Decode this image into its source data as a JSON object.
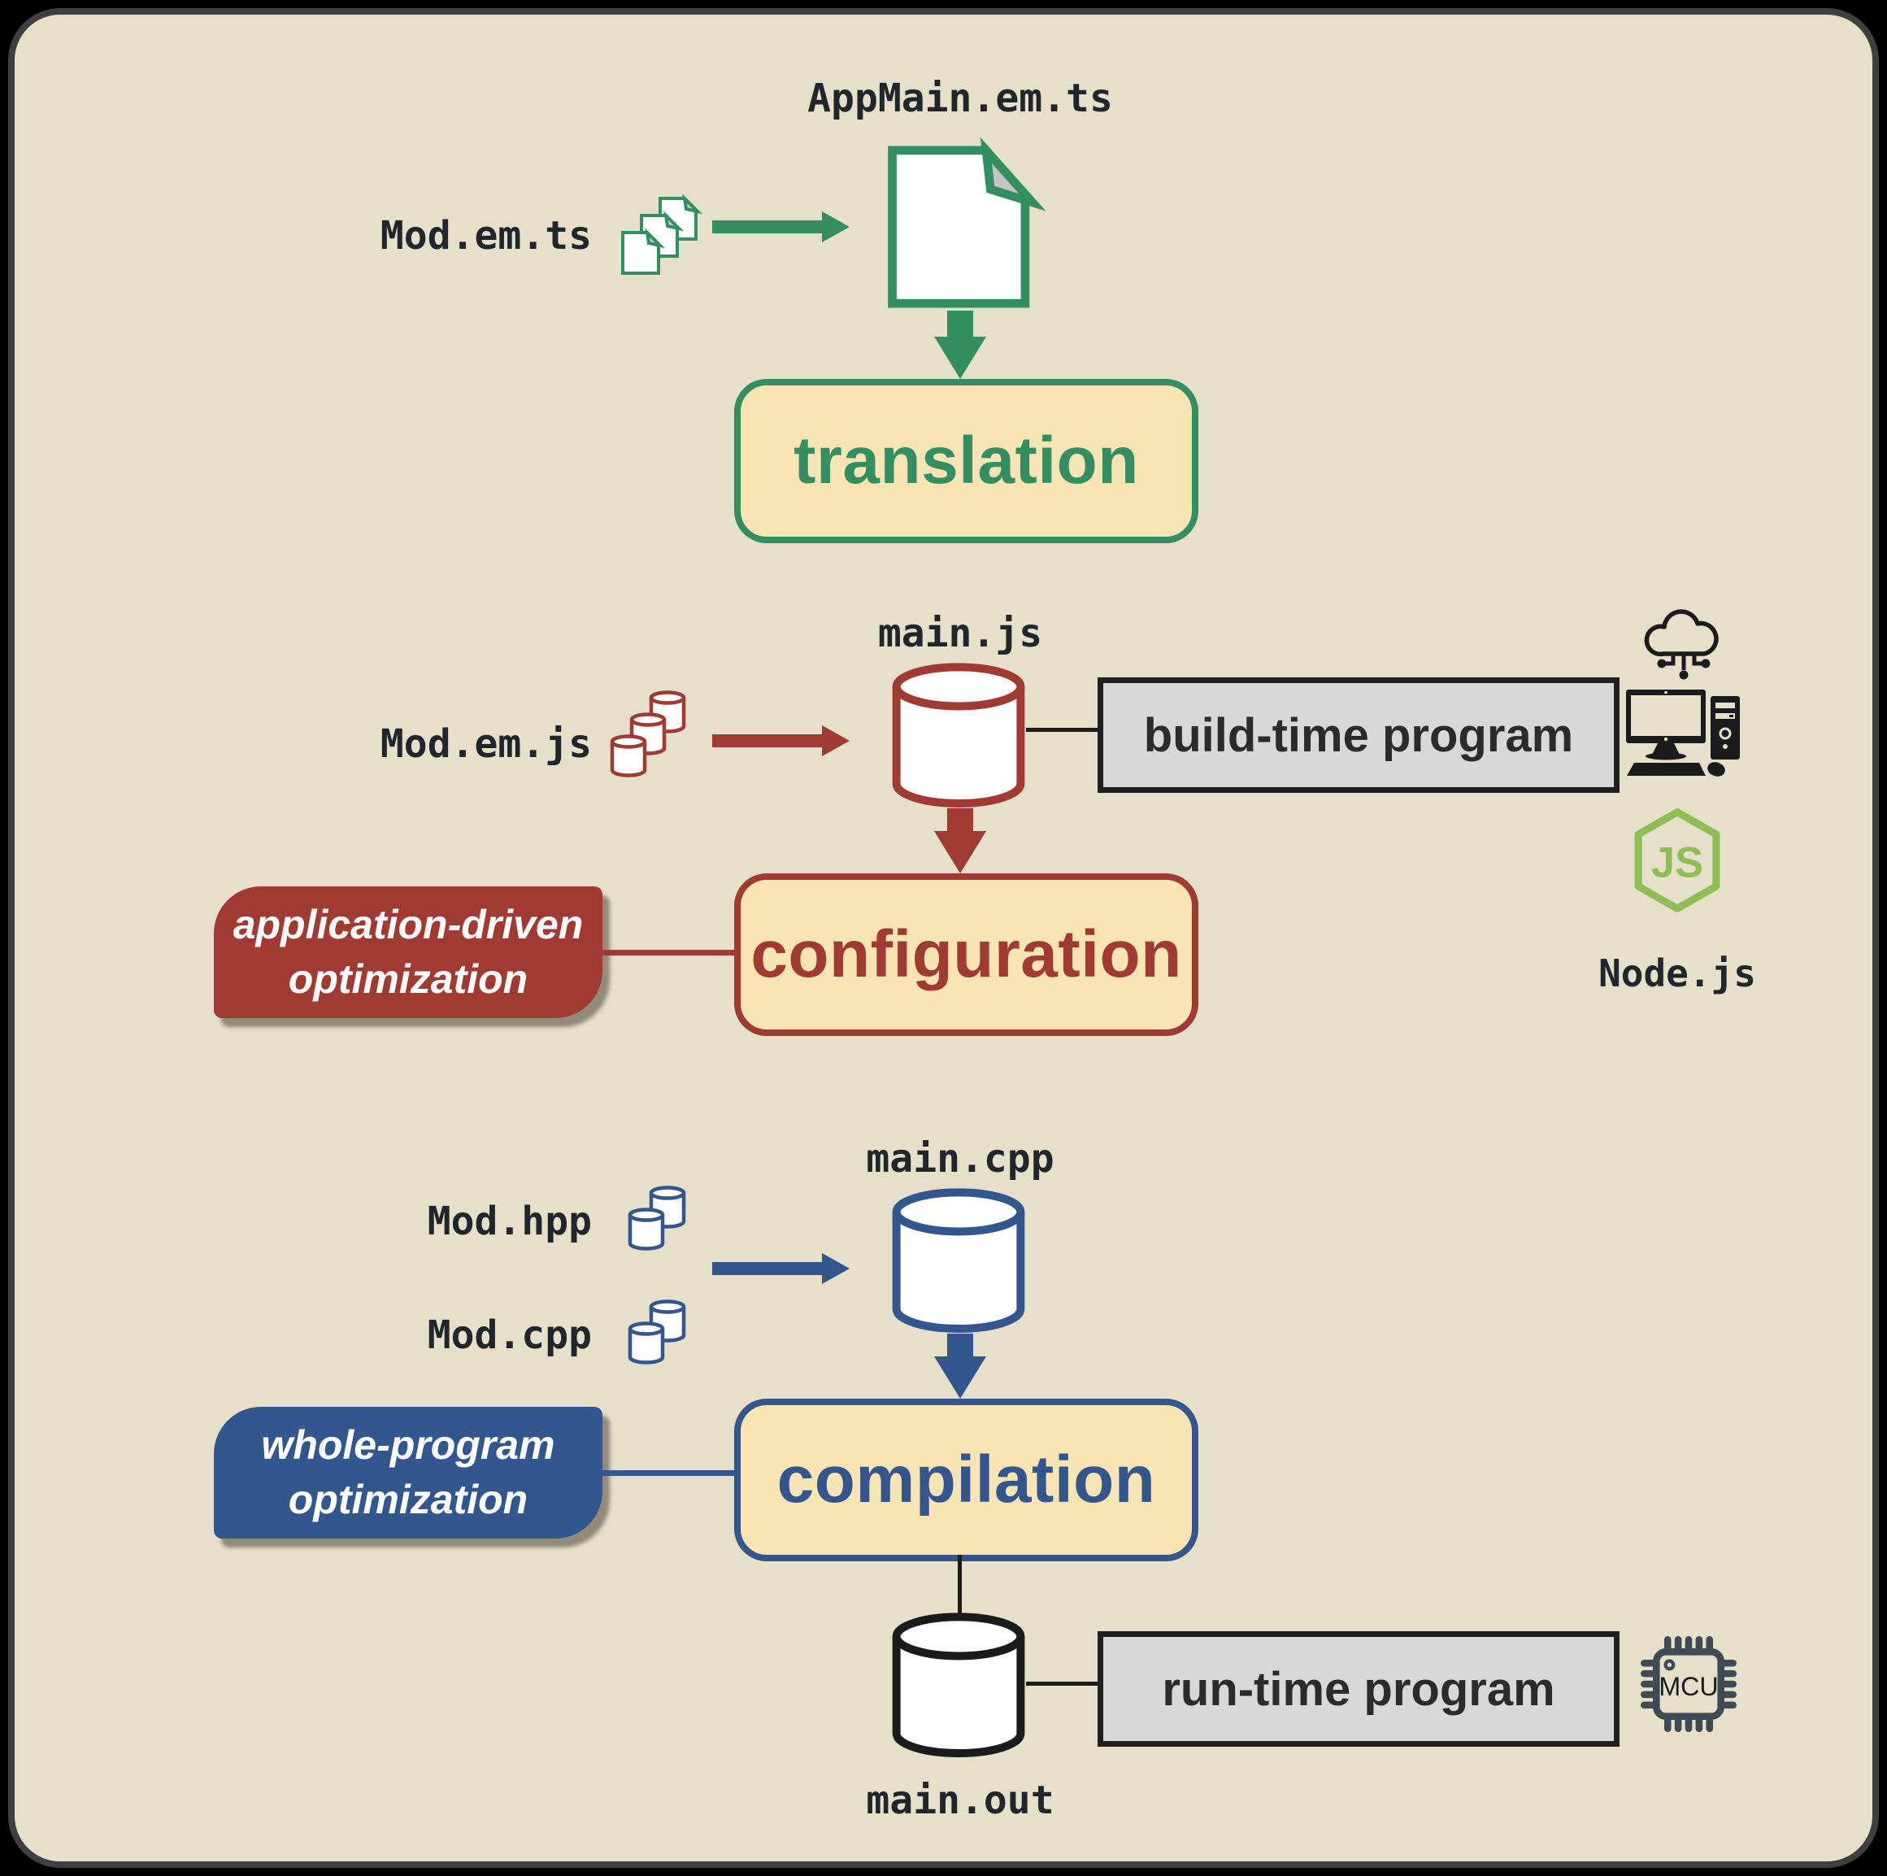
{
  "colors": {
    "panel": "#e6dfca",
    "cream": "#f8e5b3",
    "green": "#338f62",
    "red": "#a03a33",
    "blue": "#33568e",
    "gray": "#d8d8d8",
    "ink": "#20262b",
    "node_green": "#8fbe56",
    "chip_slate": "#3e4b54"
  },
  "stage1": {
    "file": "AppMain.em.ts",
    "modules": "Mod.em.ts",
    "process": "translation"
  },
  "stage2": {
    "file": "main.js",
    "modules": "Mod.em.js",
    "process": "configuration",
    "callout": [
      "application-driven",
      "optimization"
    ],
    "program": "build-time program",
    "host": {
      "logo_text": "JS",
      "label": "Node.js"
    }
  },
  "stage3": {
    "file": "main.cpp",
    "modules_header": "Mod.hpp",
    "modules_source": "Mod.cpp",
    "process": "compilation",
    "callout": [
      "whole-program",
      "optimization"
    ],
    "output_file": "main.out",
    "program": "run-time program",
    "chip_label": "MCU"
  },
  "icons": [
    "document-icon",
    "stacked-pages-icon",
    "database-icon",
    "stacked-databases-icon",
    "cloud-network-icon",
    "desktop-computer-icon",
    "nodejs-logo-icon",
    "mcu-chip-icon"
  ]
}
